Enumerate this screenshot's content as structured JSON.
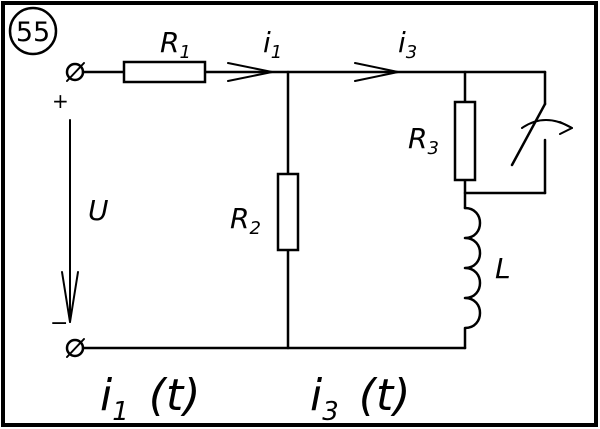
{
  "problem_number": "55",
  "labels": {
    "r1": {
      "main": "R",
      "sub": "1"
    },
    "r2": {
      "main": "R",
      "sub": "2"
    },
    "r3": {
      "main": "R",
      "sub": "3"
    },
    "i1": {
      "main": "i",
      "sub": "1"
    },
    "i3": {
      "main": "i",
      "sub": "3"
    },
    "inductor": "L",
    "voltage": "U",
    "plus": "+",
    "minus": "−"
  },
  "bottom_text": {
    "left": {
      "main": "i",
      "sub": "1",
      "arg": "(t)"
    },
    "right": {
      "main": "i",
      "sub": "3",
      "arg": "(t)"
    }
  }
}
